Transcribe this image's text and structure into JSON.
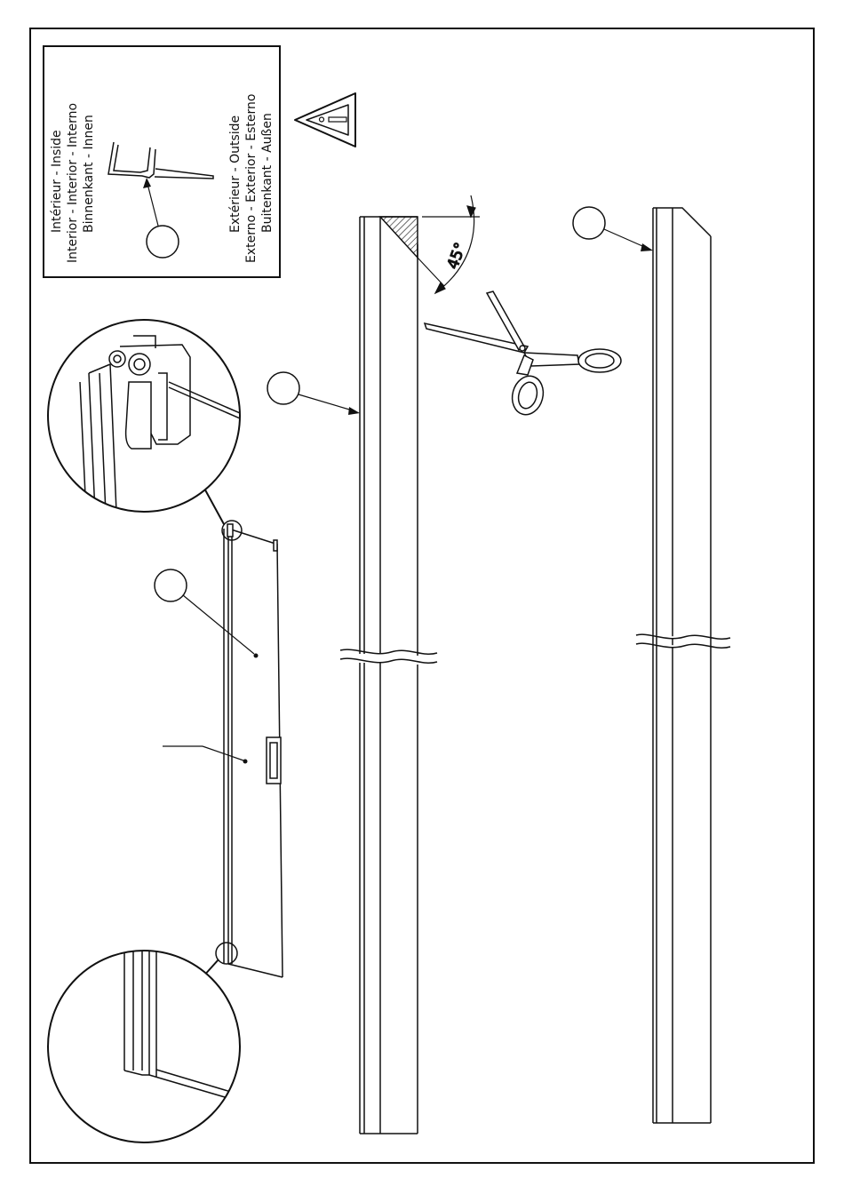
{
  "legend": {
    "inside_line1": "Intérieur - Inside",
    "inside_line2": "Interior - Interior - Interno",
    "inside_line3": "Binnenkant - Innen",
    "outside_line1": "Extérieur - Outside",
    "outside_line2": "Externo - Exterior - Esterno",
    "outside_line3": "Buitenkant - Außen"
  },
  "angle_label": "45°",
  "colors": {
    "line": "#111111",
    "background": "#ffffff"
  },
  "icons": [
    "warning-triangle-icon",
    "scissors-icon"
  ]
}
